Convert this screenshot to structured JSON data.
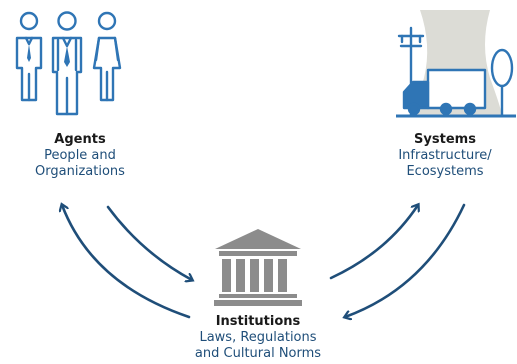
{
  "nodes": {
    "agents": {
      "title": "Agents",
      "subtitle_line1": "People and",
      "subtitle_line2": "Organizations",
      "icon": "people-icon"
    },
    "systems": {
      "title": "Systems",
      "subtitle_line1": "Infrastructure/",
      "subtitle_line2": "Ecosystems",
      "icon": "infrastructure-icon"
    },
    "institutions": {
      "title": "Institutions",
      "subtitle_line1": "Laws, Regulations",
      "subtitle_line2": "and Cultural Norms",
      "icon": "courthouse-icon"
    }
  },
  "colors": {
    "accent": "#1f4e79",
    "outline": "#2f75b5",
    "tower": "#dcdcd6",
    "courthouse": "#8c8c8c",
    "title_text": "#1a1a1a"
  }
}
